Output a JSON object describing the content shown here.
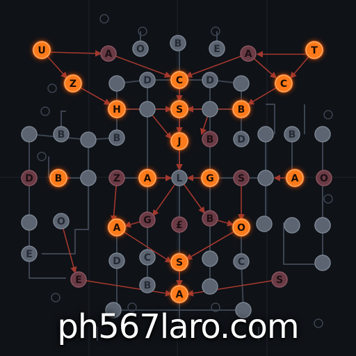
{
  "colors": {
    "background": "#0f1217",
    "grid_line": "#1f262e",
    "wire": "#3b4450",
    "orange_node": "#ff7a1a",
    "orange_glow": "#ff5a00",
    "maroon_node": "#6a3b45",
    "grey_node": "#5b6470",
    "red_arrow": "#a2382e",
    "caption_text": "#ffffff"
  },
  "nodes": [
    {
      "id": "n1",
      "label": "U",
      "style": "orange"
    },
    {
      "id": "n2",
      "label": "A",
      "style": "maroon"
    },
    {
      "id": "n3",
      "label": "O",
      "style": "grey"
    },
    {
      "id": "n4",
      "label": "B",
      "style": "grey"
    },
    {
      "id": "n5",
      "label": "E",
      "style": "grey"
    },
    {
      "id": "n6",
      "label": "A",
      "style": "maroon"
    },
    {
      "id": "n7",
      "label": "T",
      "style": "orange"
    },
    {
      "id": "n8",
      "label": "Z",
      "style": "orange"
    },
    {
      "id": "n9",
      "label": "",
      "style": "grey"
    },
    {
      "id": "n10",
      "label": "D",
      "style": "grey"
    },
    {
      "id": "n11",
      "label": "C",
      "style": "orange"
    },
    {
      "id": "n12",
      "label": "D",
      "style": "grey"
    },
    {
      "id": "n13",
      "label": "",
      "style": "grey"
    },
    {
      "id": "n14",
      "label": "C",
      "style": "orange"
    },
    {
      "id": "n15",
      "label": "H",
      "style": "orange"
    },
    {
      "id": "n16",
      "label": "",
      "style": "grey"
    },
    {
      "id": "n17",
      "label": "S",
      "style": "orange"
    },
    {
      "id": "n18",
      "label": "",
      "style": "grey"
    },
    {
      "id": "n19",
      "label": "B",
      "style": "orange"
    },
    {
      "id": "n20",
      "label": "",
      "style": "grey"
    },
    {
      "id": "n21",
      "label": "B",
      "style": "grey"
    },
    {
      "id": "n22",
      "label": "",
      "style": "grey"
    },
    {
      "id": "n23",
      "label": "B",
      "style": "grey"
    },
    {
      "id": "n24",
      "label": "J",
      "style": "orange"
    },
    {
      "id": "n25",
      "label": "B",
      "style": "maroon"
    },
    {
      "id": "n26",
      "label": "D",
      "style": "grey"
    },
    {
      "id": "n27",
      "label": "",
      "style": "grey"
    },
    {
      "id": "n28",
      "label": "B",
      "style": "grey"
    },
    {
      "id": "n29",
      "label": "",
      "style": "grey"
    },
    {
      "id": "n30",
      "label": "D",
      "style": "maroon"
    },
    {
      "id": "n31",
      "label": "B",
      "style": "orange"
    },
    {
      "id": "n32",
      "label": "",
      "style": "grey"
    },
    {
      "id": "n33",
      "label": "Z",
      "style": "maroon"
    },
    {
      "id": "n34",
      "label": "A",
      "style": "orange"
    },
    {
      "id": "n35",
      "label": "L",
      "style": "grey"
    },
    {
      "id": "n36",
      "label": "G",
      "style": "orange"
    },
    {
      "id": "n37",
      "label": "S",
      "style": "maroon"
    },
    {
      "id": "n38",
      "label": "",
      "style": "grey"
    },
    {
      "id": "n39",
      "label": "A",
      "style": "orange"
    },
    {
      "id": "n40",
      "label": "O",
      "style": "maroon"
    },
    {
      "id": "n41",
      "label": "",
      "style": "grey"
    },
    {
      "id": "n42",
      "label": "O",
      "style": "grey"
    },
    {
      "id": "n43",
      "label": "A",
      "style": "orange"
    },
    {
      "id": "n44",
      "label": "G",
      "style": "maroon"
    },
    {
      "id": "n45",
      "label": "£",
      "style": "maroon"
    },
    {
      "id": "n46",
      "label": "B",
      "style": "maroon"
    },
    {
      "id": "n47",
      "label": "",
      "style": "grey"
    },
    {
      "id": "n48",
      "label": "O",
      "style": "orange"
    },
    {
      "id": "n49",
      "label": "",
      "style": "grey"
    },
    {
      "id": "n50",
      "label": "",
      "style": "grey"
    },
    {
      "id": "n51",
      "label": "",
      "style": "grey"
    },
    {
      "id": "n52",
      "label": "E",
      "style": "grey"
    },
    {
      "id": "n53",
      "label": "D",
      "style": "grey"
    },
    {
      "id": "n54",
      "label": "C",
      "style": "grey"
    },
    {
      "id": "n55",
      "label": "S",
      "style": "orange"
    },
    {
      "id": "n56",
      "label": "",
      "style": "grey"
    },
    {
      "id": "n57",
      "label": "C",
      "style": "grey"
    },
    {
      "id": "n58",
      "label": "",
      "style": "grey"
    },
    {
      "id": "n59",
      "label": "E",
      "style": "maroon"
    },
    {
      "id": "n60",
      "label": "B",
      "style": "grey"
    },
    {
      "id": "n61",
      "label": "",
      "style": "grey"
    },
    {
      "id": "n62",
      "label": "S",
      "style": "maroon"
    },
    {
      "id": "n63",
      "label": "A",
      "style": "orange"
    },
    {
      "id": "n64",
      "label": "",
      "style": "grey"
    },
    {
      "id": "n65",
      "label": "",
      "style": "grey"
    }
  ],
  "caption": "ph567laro.com"
}
